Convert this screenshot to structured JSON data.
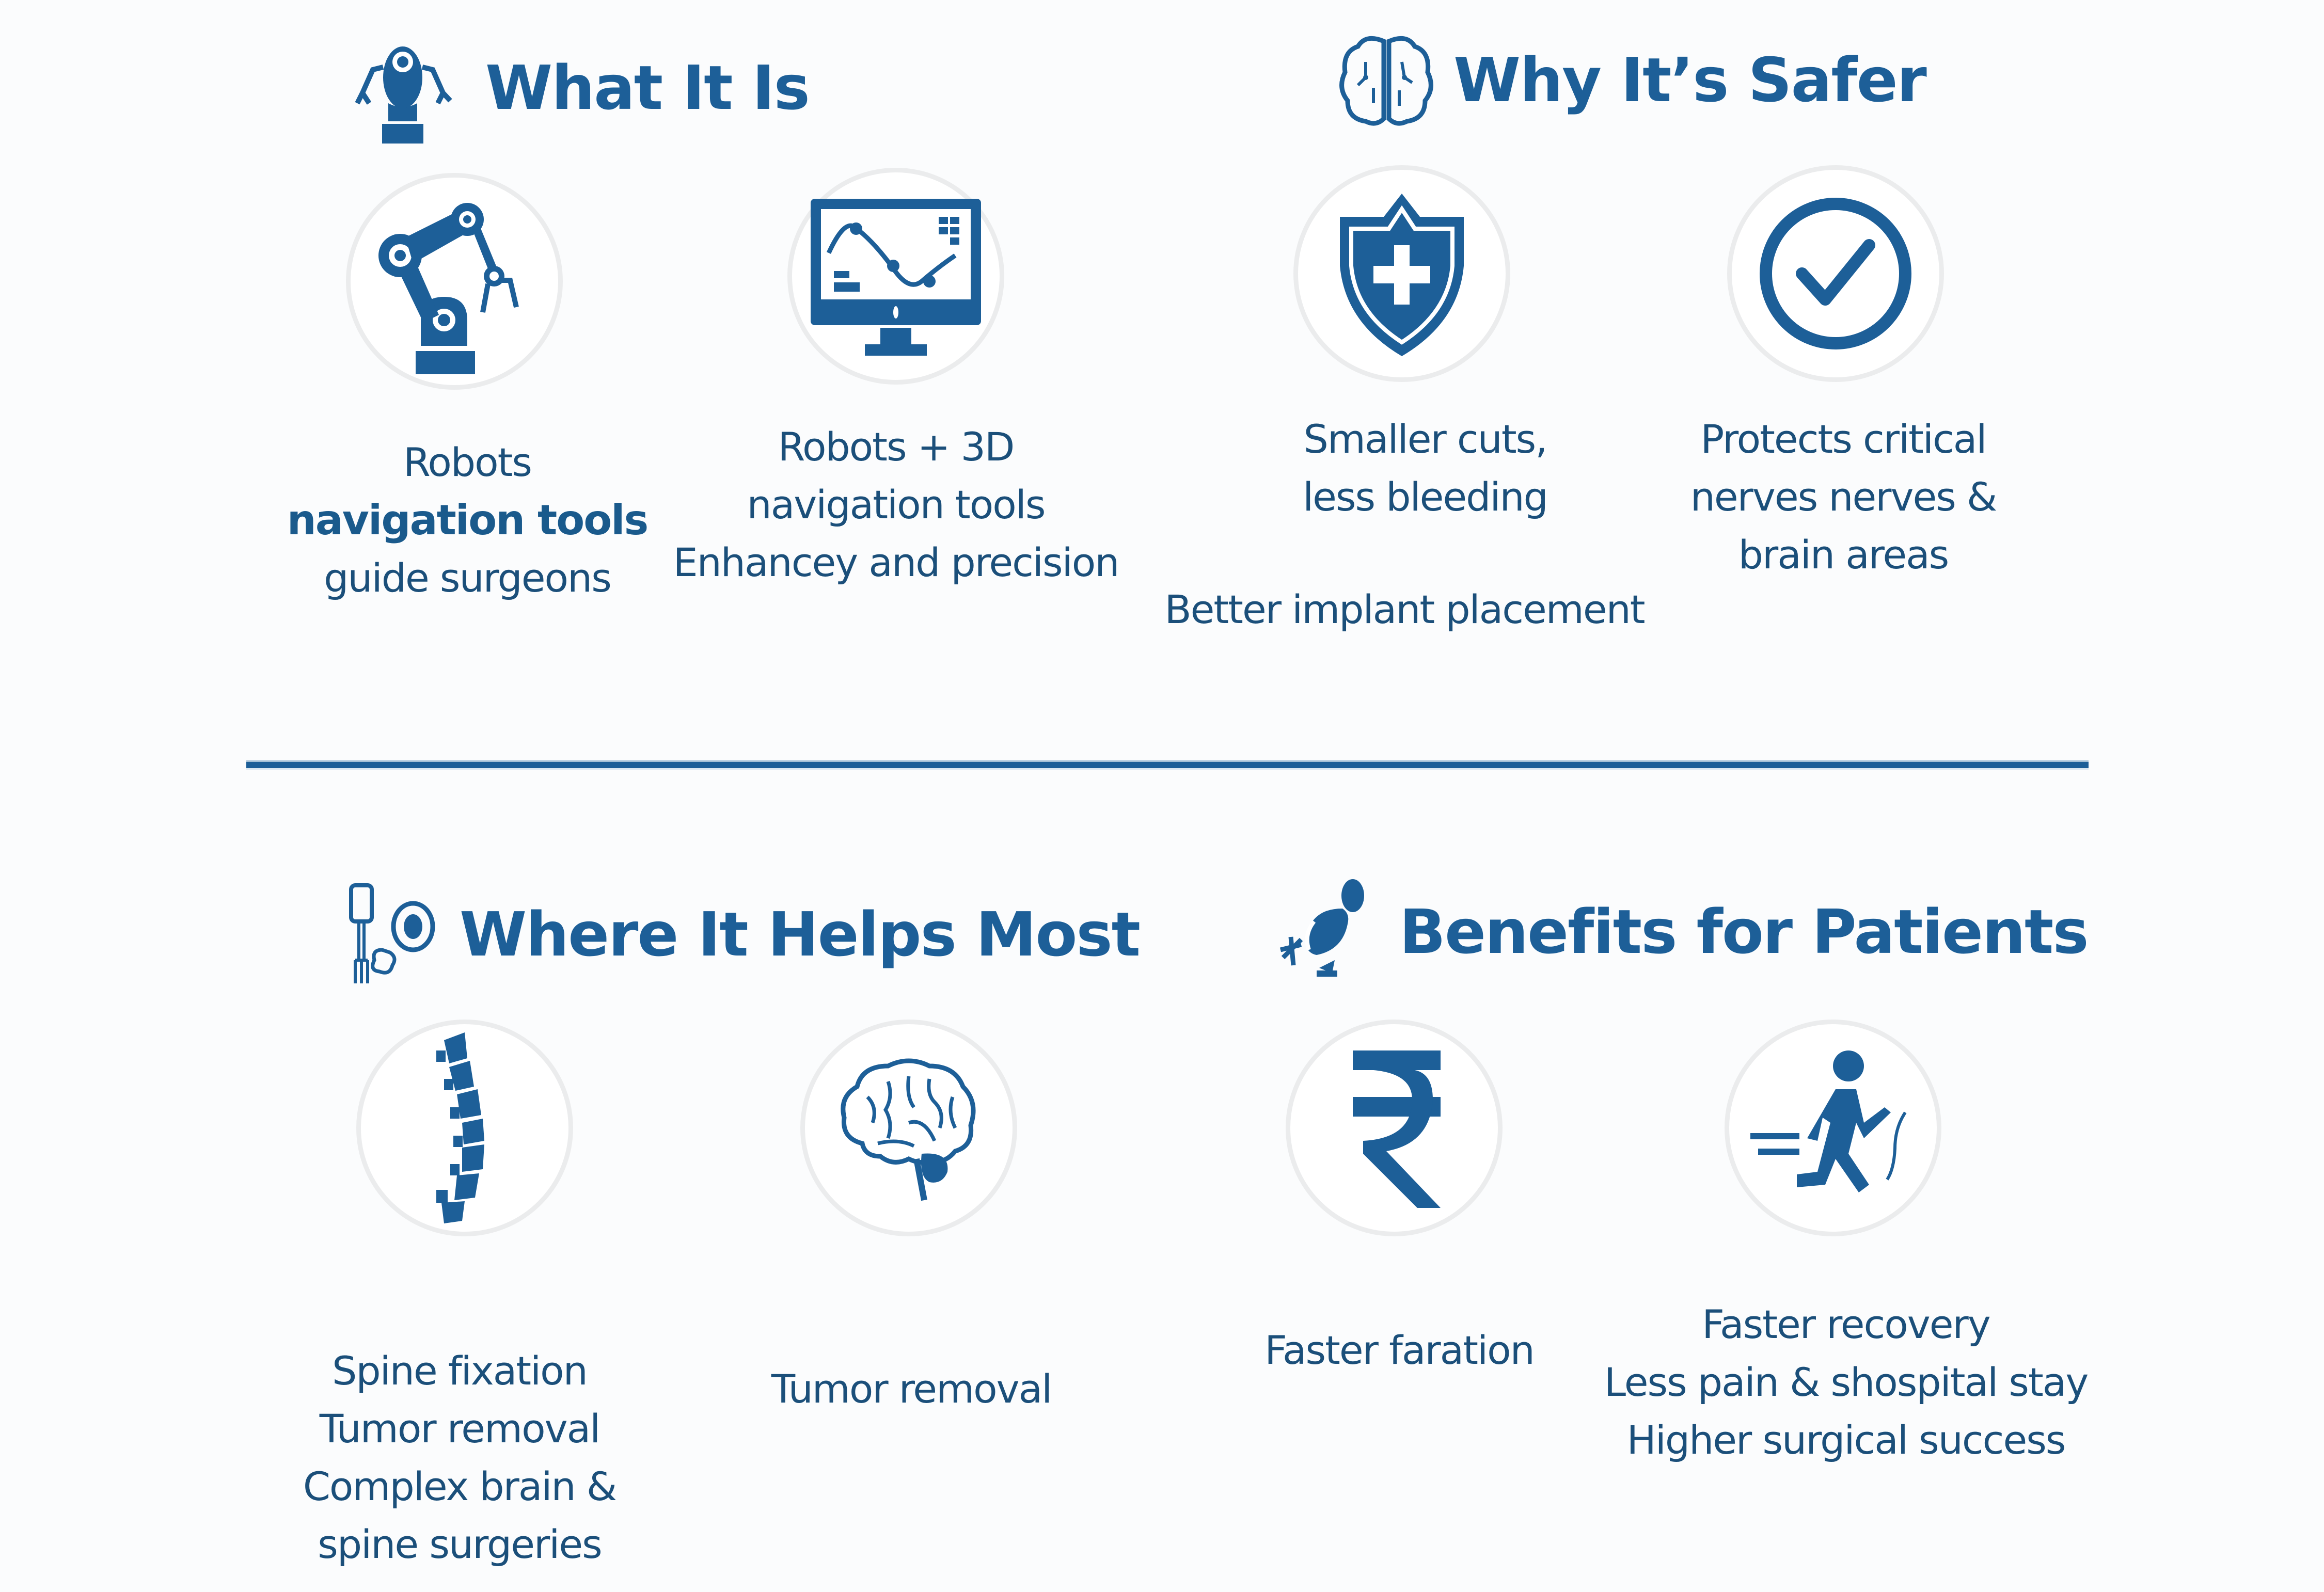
{
  "colors": {
    "accent": "#1d5f98",
    "text": "#1b4f7a",
    "circle_border": "#ebeced",
    "background": "#fbfcfd"
  },
  "sections": {
    "what_it_is": {
      "title": "What It Is",
      "icon": "robot-icon",
      "items": [
        {
          "icon": "robotic-arm-icon",
          "lines": [
            "Robots",
            "navigation tools",
            "guide surgeons"
          ]
        },
        {
          "icon": "monitor-graph-icon",
          "lines": [
            "Robots + 3D",
            "navigation tools",
            "Enhancey and precision"
          ]
        }
      ]
    },
    "why_its_safer": {
      "title": "Why It’s Safer",
      "icon": "brain-circuit-icon",
      "items": [
        {
          "icon": "shield-plus-icon",
          "lines": [
            "Smaller cuts,",
            "less bleeding"
          ],
          "extra": "Better implant placement"
        },
        {
          "icon": "check-circle-icon",
          "lines": [
            "Protects critical",
            "nerves nerves &",
            "brain areas"
          ]
        }
      ]
    },
    "where_it_helps_most": {
      "title": "Where It Helps Most",
      "icon": "surgical-tools-icon",
      "items": [
        {
          "icon": "spine-icon",
          "lines": [
            "Spine fixation",
            "Tumor removal",
            "Complex brain &",
            "spine surgeries"
          ]
        },
        {
          "icon": "brain-icon",
          "lines": [
            "Tumor removal"
          ]
        }
      ]
    },
    "benefits_for_patients": {
      "title": "Benefits for Patients",
      "icon": "medical-capsule-icon",
      "items": [
        {
          "icon": "rupee-icon",
          "lines": [
            "Faster faration"
          ]
        },
        {
          "icon": "running-person-icon",
          "lines": [
            "Faster recovery",
            "Less pain & shospital stay",
            "Higher surgical success"
          ]
        }
      ]
    }
  }
}
